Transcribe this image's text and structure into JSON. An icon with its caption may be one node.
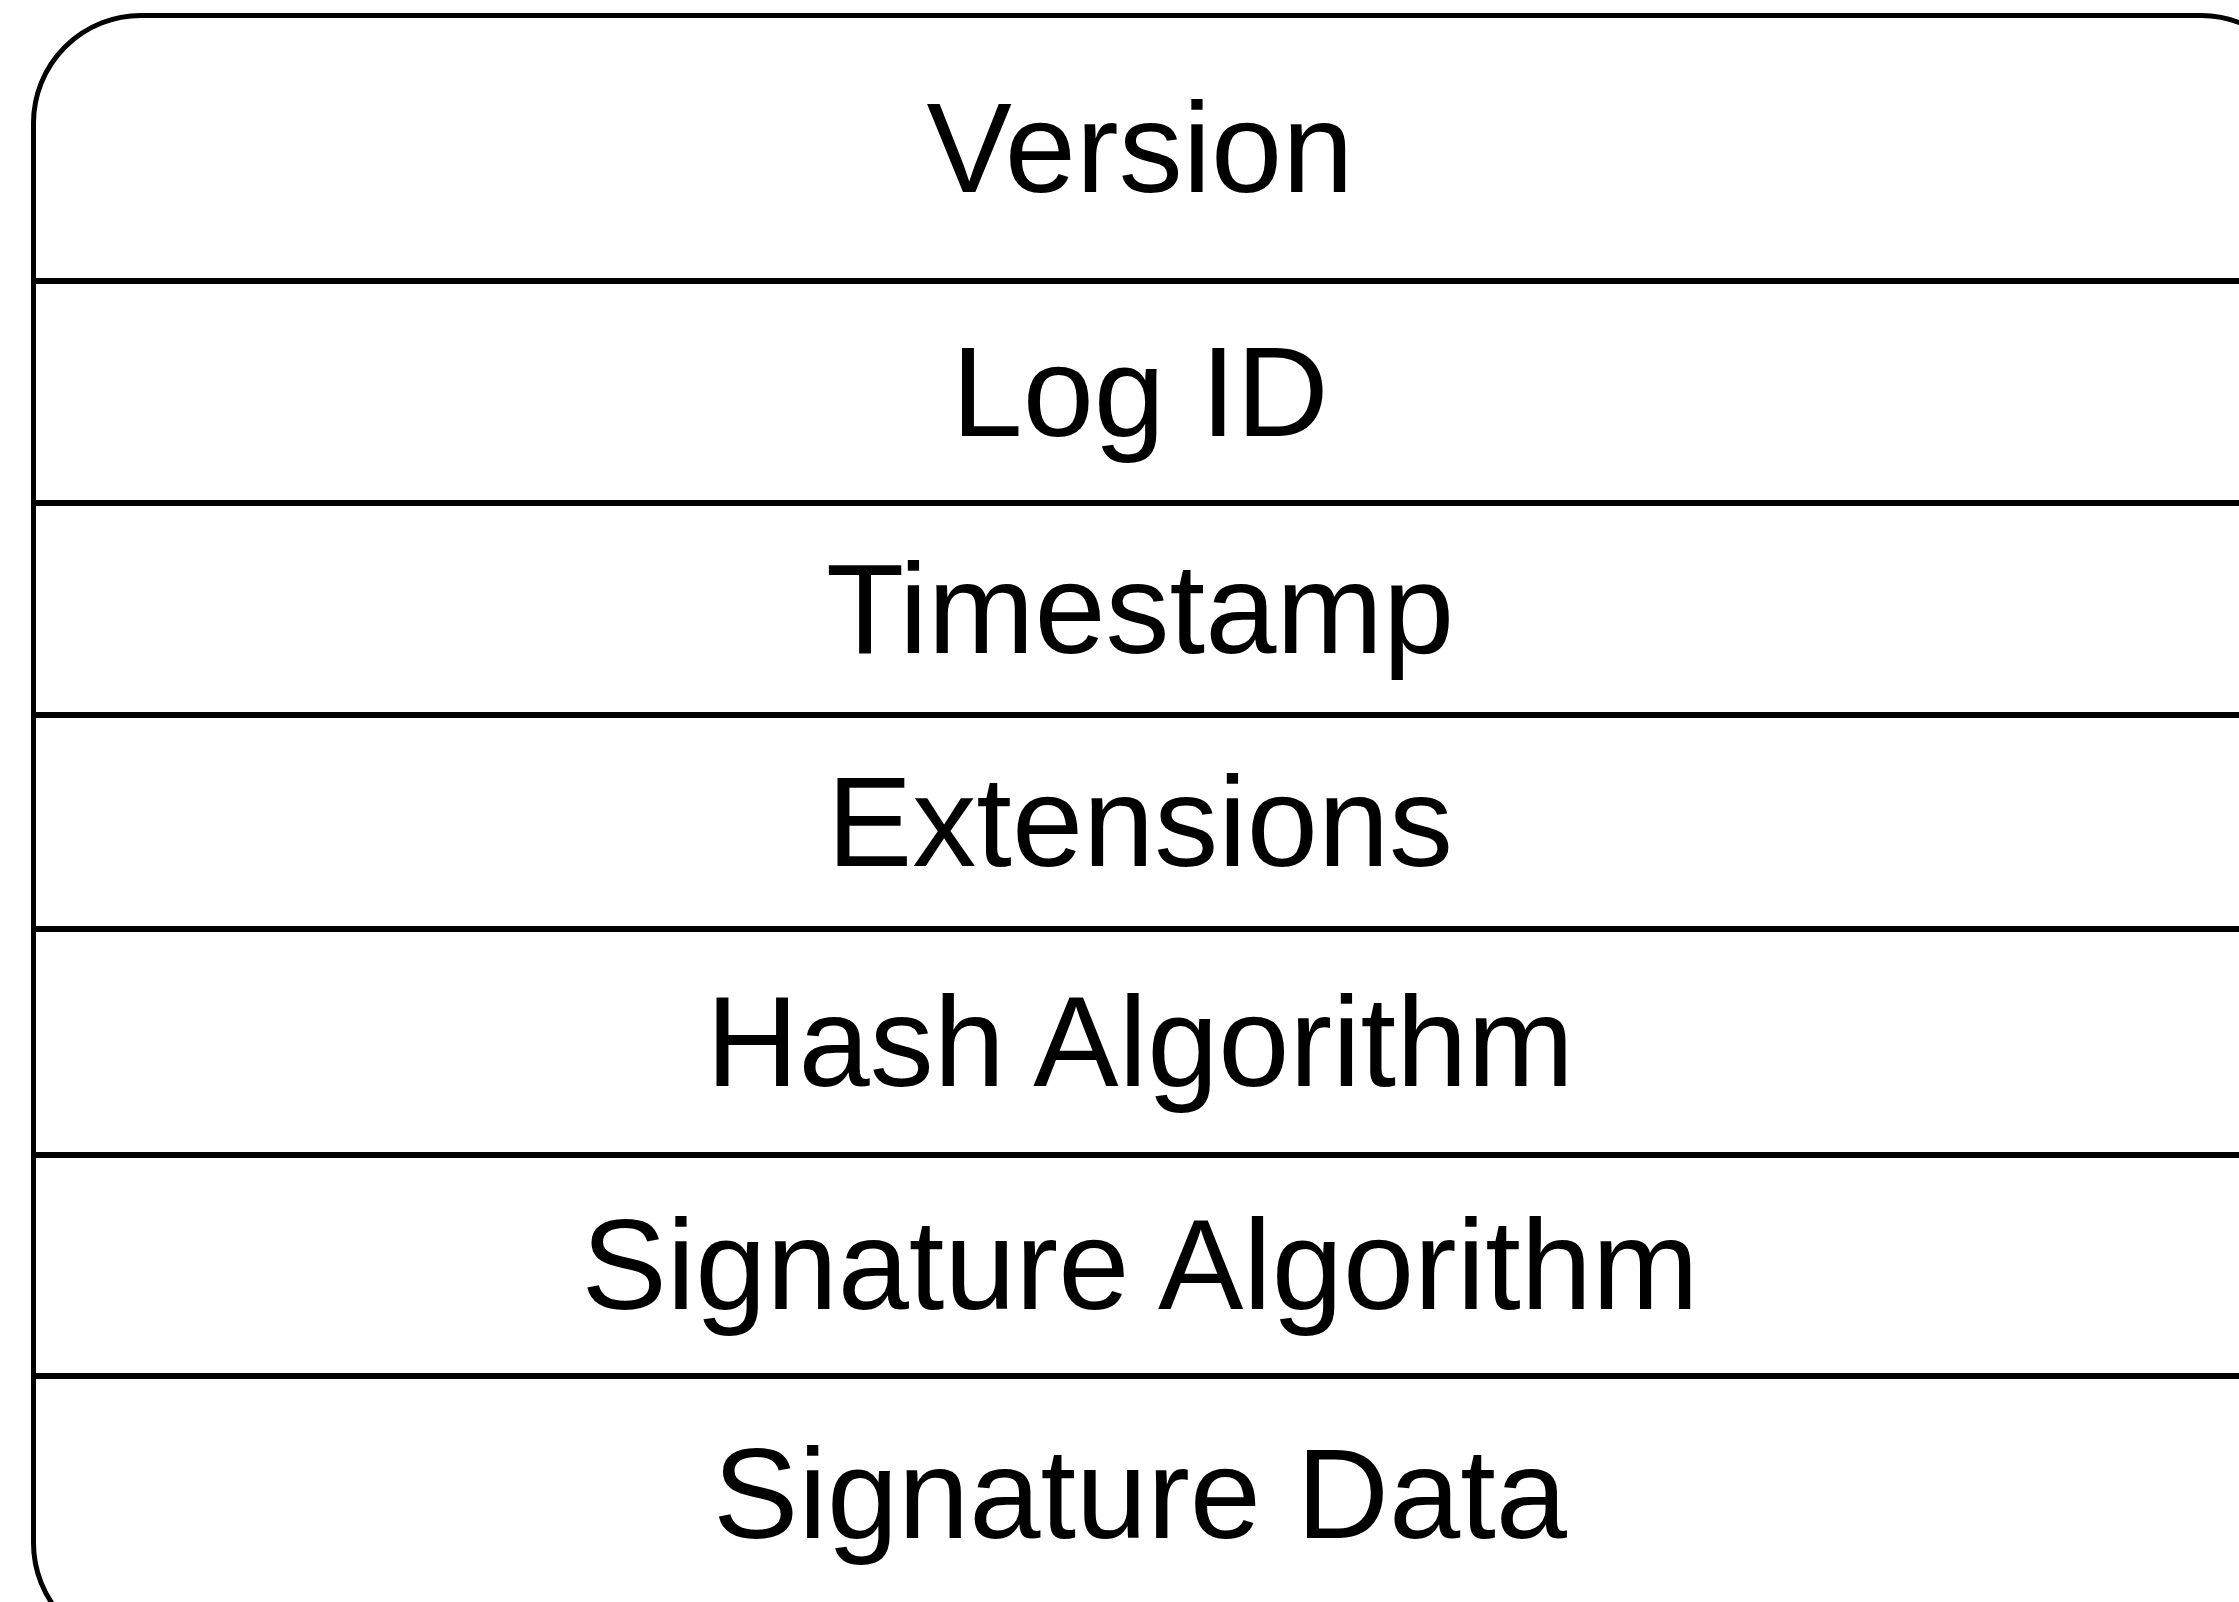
{
  "diagram": {
    "nodes": [
      {
        "text": [],
        "shape": "box"
      },
      {
        "text": [
          "Version"
        ],
        "in": 0
      },
      {
        "text": [
          "Log ID"
        ],
        "in": 0
      },
      {
        "text": [
          "Timestamp"
        ],
        "in": 0
      },
      {
        "text": [
          "Extensions"
        ],
        "in": 0
      },
      {
        "text": [
          "Hash Algorithm"
        ],
        "in": 0
      },
      {
        "text": [
          "Signature Algorithm"
        ],
        "in": 0
      },
      {
        "text": [
          "Signature Data"
        ],
        "in": 0
      }
    ]
  }
}
